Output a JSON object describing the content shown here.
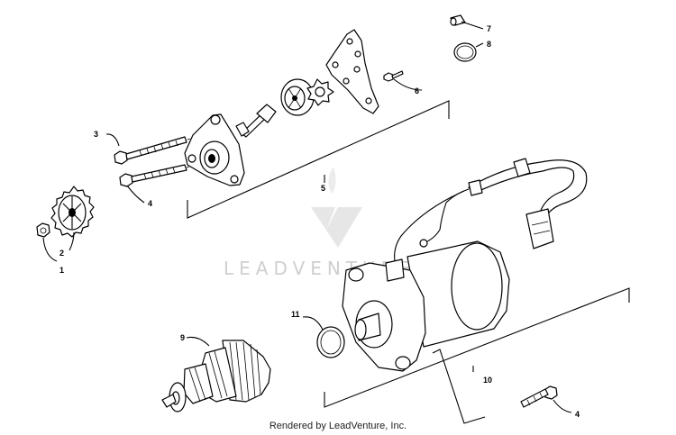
{
  "watermark": {
    "brand": "LEADVENTURE"
  },
  "footer": {
    "credit": "Rendered by LeadVenture, Inc."
  },
  "callouts": {
    "c1": "1",
    "c2": "2",
    "c3": "3",
    "c4a": "4",
    "c4b": "4",
    "c5": "5",
    "c6": "6",
    "c7": "7",
    "c8": "8",
    "c9": "9",
    "c10": "10",
    "c11": "11"
  },
  "colors": {
    "ink": "#000000",
    "watermark": "#cfcfcf",
    "background": "#ffffff"
  }
}
